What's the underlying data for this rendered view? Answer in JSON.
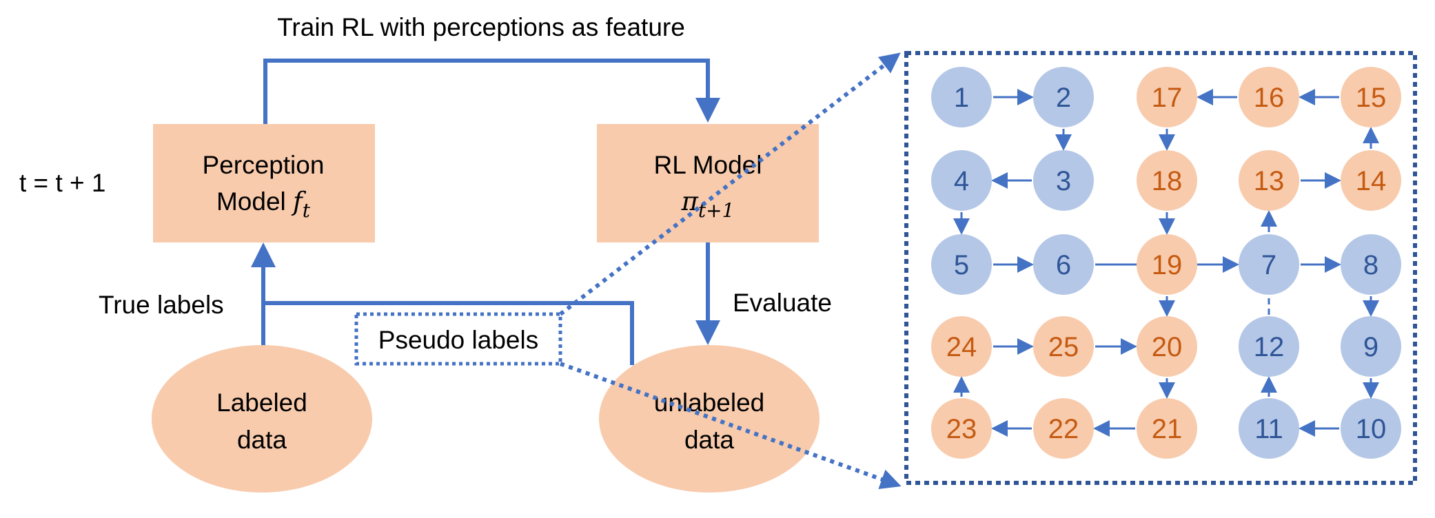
{
  "title": "Train RL with perceptions as feature",
  "iteration_label": "t = t + 1",
  "perception_box": {
    "line1": "Perception",
    "line2_text": "Model ",
    "var": "f",
    "sub": "t"
  },
  "rl_box": {
    "line1": "RL Model",
    "var": "π",
    "sub": "t+1"
  },
  "labeled_ellipse": {
    "line1": "Labeled",
    "line2": "data"
  },
  "unlabeled_ellipse": {
    "line1": "unlabeled",
    "line2": "data"
  },
  "true_labels": "True labels",
  "evaluate": "Evaluate",
  "pseudo_labels": "Pseudo labels",
  "colors": {
    "blue_line": "#4472c4",
    "dotted_border": "#2f5597",
    "orange_fill": "#f8cbad",
    "blue_node_fill": "#b4c7e7",
    "blue_node_text": "#2f5597",
    "orange_node_text": "#c55a11"
  },
  "grid": {
    "nodes": [
      {
        "id": "1",
        "color": "blue"
      },
      {
        "id": "2",
        "color": "blue"
      },
      {
        "id": "3",
        "color": "blue"
      },
      {
        "id": "4",
        "color": "blue"
      },
      {
        "id": "5",
        "color": "blue"
      },
      {
        "id": "6",
        "color": "blue"
      },
      {
        "id": "7",
        "color": "blue"
      },
      {
        "id": "8",
        "color": "blue"
      },
      {
        "id": "9",
        "color": "blue"
      },
      {
        "id": "10",
        "color": "blue"
      },
      {
        "id": "11",
        "color": "blue"
      },
      {
        "id": "12",
        "color": "blue"
      },
      {
        "id": "13",
        "color": "orange"
      },
      {
        "id": "14",
        "color": "orange"
      },
      {
        "id": "15",
        "color": "orange"
      },
      {
        "id": "16",
        "color": "orange"
      },
      {
        "id": "17",
        "color": "orange"
      },
      {
        "id": "18",
        "color": "orange"
      },
      {
        "id": "19",
        "color": "orange"
      },
      {
        "id": "20",
        "color": "orange"
      },
      {
        "id": "21",
        "color": "orange"
      },
      {
        "id": "22",
        "color": "orange"
      },
      {
        "id": "23",
        "color": "orange"
      },
      {
        "id": "24",
        "color": "orange"
      },
      {
        "id": "25",
        "color": "orange"
      }
    ],
    "edges": [
      {
        "from": "1",
        "to": "2"
      },
      {
        "from": "2",
        "to": "3"
      },
      {
        "from": "3",
        "to": "4"
      },
      {
        "from": "4",
        "to": "5"
      },
      {
        "from": "5",
        "to": "6"
      },
      {
        "from": "6",
        "to": "7"
      },
      {
        "from": "7",
        "to": "8"
      },
      {
        "from": "8",
        "to": "9"
      },
      {
        "from": "9",
        "to": "10"
      },
      {
        "from": "10",
        "to": "11"
      },
      {
        "from": "11",
        "to": "12"
      },
      {
        "from": "12",
        "to": "13",
        "dashed": true
      },
      {
        "from": "13",
        "to": "14"
      },
      {
        "from": "14",
        "to": "15"
      },
      {
        "from": "15",
        "to": "16"
      },
      {
        "from": "16",
        "to": "17"
      },
      {
        "from": "17",
        "to": "18"
      },
      {
        "from": "18",
        "to": "19"
      },
      {
        "from": "19",
        "to": "20"
      },
      {
        "from": "20",
        "to": "21"
      },
      {
        "from": "21",
        "to": "22"
      },
      {
        "from": "22",
        "to": "23"
      },
      {
        "from": "23",
        "to": "24"
      },
      {
        "from": "24",
        "to": "25"
      },
      {
        "from": "25",
        "to": "20"
      }
    ]
  }
}
